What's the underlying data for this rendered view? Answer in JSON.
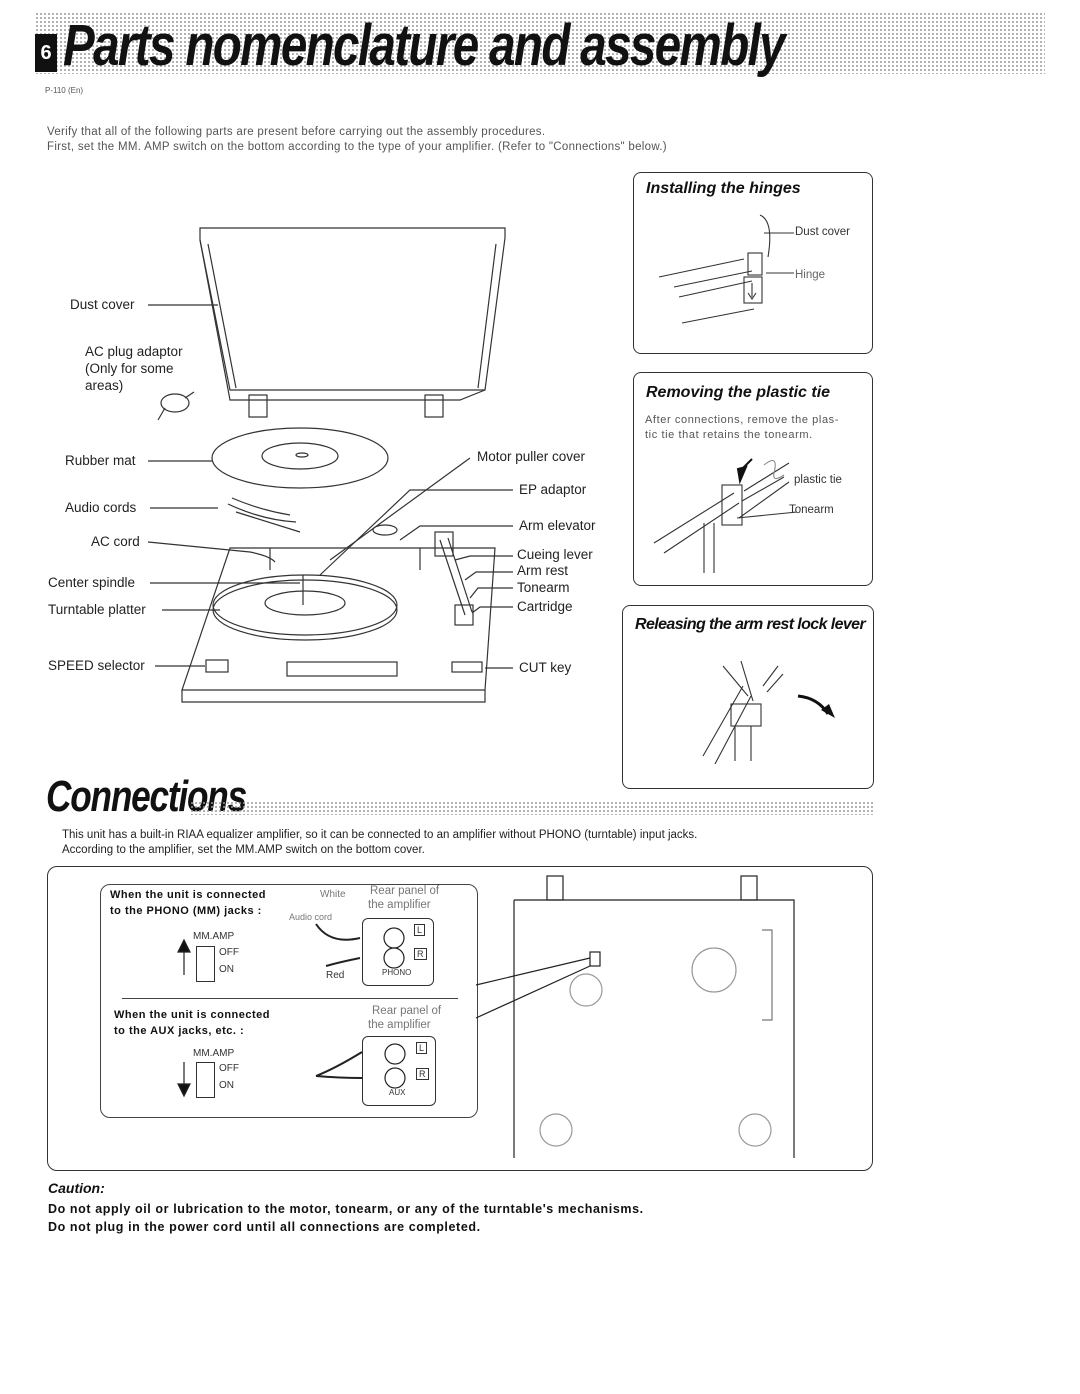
{
  "header": {
    "section_number": "6",
    "title": "Parts nomenclature and assembly",
    "page_code": "P-110 (En)"
  },
  "intro": {
    "line1": "Verify that all of the following parts are present before carrying out the assembly procedures.",
    "line2": "First, set the MM. AMP switch on the bottom according to the type of your amplifier. (Refer to \"Connections\" below.)"
  },
  "parts": {
    "dust_cover": "Dust cover",
    "ac_plug_line1": "AC plug adaptor",
    "ac_plug_line2": "(Only  for  some",
    "ac_plug_line3": "areas)",
    "rubber_mat": "Rubber mat",
    "audio_cords": "Audio cords",
    "ac_cord": "AC cord",
    "center_spindle": "Center spindle",
    "turntable_platter": "Turntable platter",
    "speed_selector": "SPEED selector",
    "motor_puller_cover": "Motor puller cover",
    "ep_adaptor": "EP adaptor",
    "arm_elevator": "Arm elevator",
    "cueing_lever": "Cueing lever",
    "arm_rest": "Arm rest",
    "tonearm": "Tonearm",
    "cartridge": "Cartridge",
    "cut_key": "CUT key"
  },
  "hinges": {
    "title": "Installing the hinges",
    "dust_cover": "Dust cover",
    "hinge": "Hinge"
  },
  "plastic_tie": {
    "title": "Removing the plastic tie",
    "text_line1": "After connections, remove the plas-",
    "text_line2": "tic tie that retains the tonearm.",
    "label_tie": "plastic tie",
    "label_tonearm": "Tonearm"
  },
  "arm_rest_lock": {
    "title": "Releasing the arm rest lock lever"
  },
  "connections": {
    "title": "Connections",
    "text_line1": "This unit has a built-in RIAA equalizer amplifier, so it can be connected to an amplifier without PHONO (turntable) input jacks.",
    "text_line2": "According to the amplifier, set the MM.AMP switch on the bottom cover.",
    "phono_line1": "When the unit is connected",
    "phono_line2": "to the PHONO (MM) jacks :",
    "aux_line1": "When the unit is connected",
    "aux_line2": "to the AUX jacks, etc. :",
    "mm_amp": "MM.AMP",
    "off": "OFF",
    "on": "ON",
    "white": "White",
    "audio_cord": "Audio cord",
    "red": "Red",
    "rear_panel_line1": "Rear panel of",
    "rear_panel_line2": "the amplifier",
    "phono_jack": "PHONO",
    "aux_jack": "AUX",
    "l": "L",
    "r": "R"
  },
  "caution": {
    "title": "Caution:",
    "line1": "Do not apply oil or lubrication to the motor, tonearm, or any of the turntable's mechanisms.",
    "line2": "Do not plug in the power cord until all connections are completed."
  }
}
